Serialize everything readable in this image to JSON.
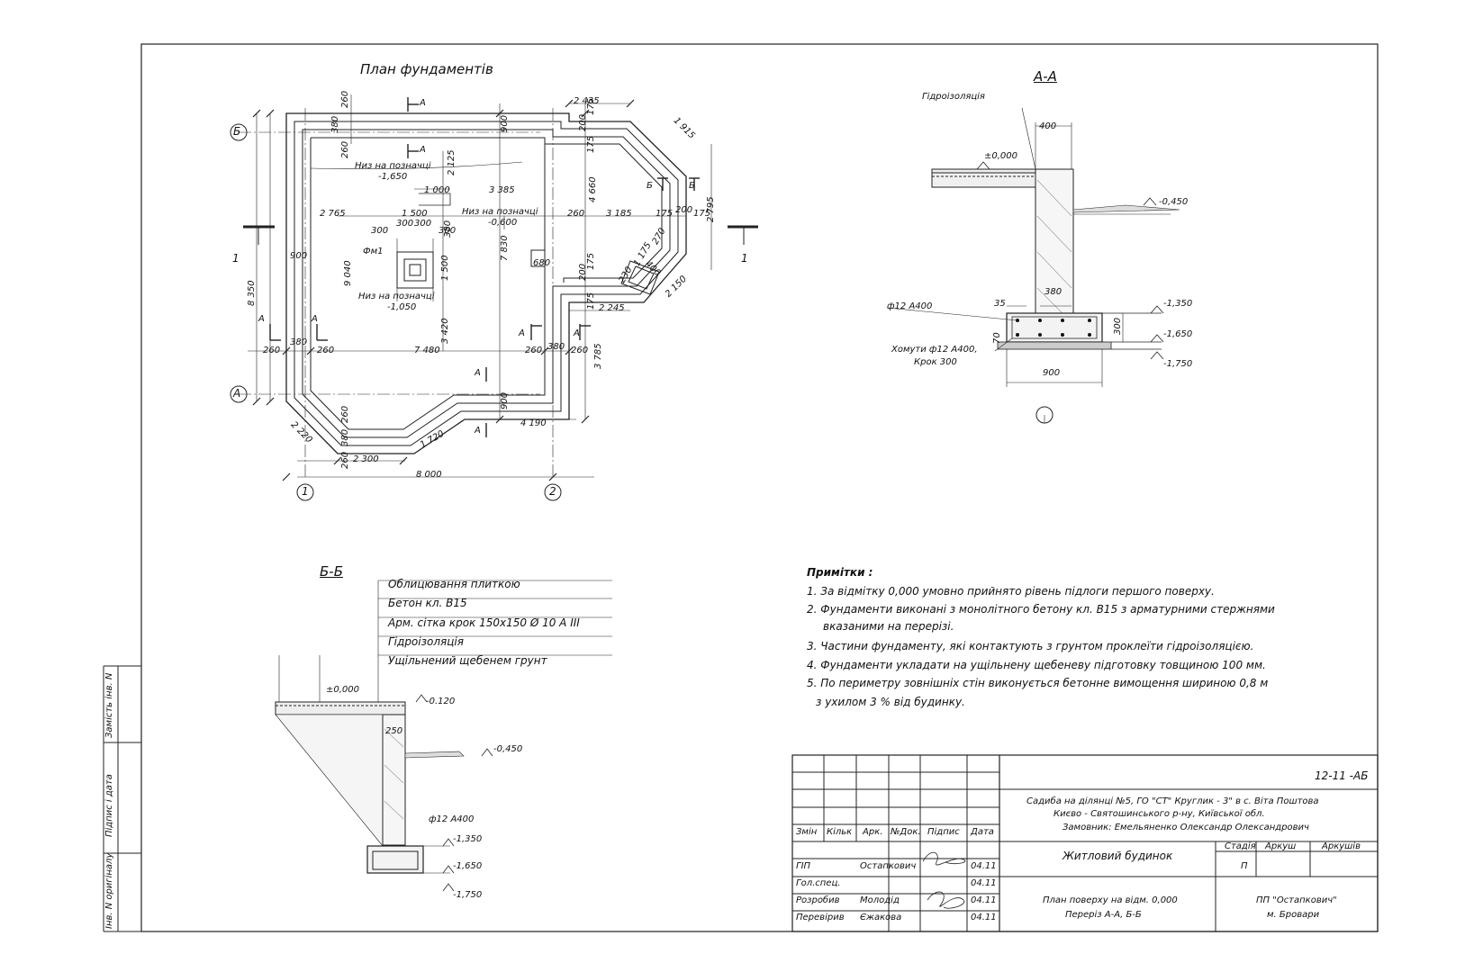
{
  "plan": {
    "title": "План фундаментів",
    "axes": {
      "b": "Б",
      "a": "А",
      "n1": "1",
      "n2": "2"
    },
    "section_mark_1": "1",
    "section_mark_a": "А",
    "section_mark_b": "Б",
    "footing_label": "Фм1",
    "notes": [
      {
        "text": "Низ на позначці",
        "value": "-1,650"
      },
      {
        "text": "Низ на позначці",
        "value": "-0,600"
      },
      {
        "text": "Низ на позначці",
        "value": "-1,050"
      }
    ],
    "dims": {
      "d260a": "260",
      "d380a": "380",
      "d900a": "900",
      "d2125": "2 125",
      "d2435": "2 435",
      "d175a": "175",
      "d200a": "200",
      "d175b": "175",
      "d1915": "1 915",
      "d4660": "4 660",
      "d3185": "3 185",
      "d2795": "2 795",
      "d1000": "1 000",
      "d3385": "3 385",
      "d2765": "2 765",
      "d1500a": "1 500",
      "d300a": "300",
      "d300b": "300",
      "d300c": "300",
      "d380b": "380",
      "d1500b": "1 500",
      "d7830": "7 830",
      "d9040": "9 040",
      "d8350": "8 350",
      "d900b": "900",
      "d680": "680",
      "d3420": "3 420",
      "d1175": "1 175",
      "d270": "270",
      "d230": "230",
      "d400": "400",
      "d2150": "2 150",
      "d200b": "200",
      "d175c": "175",
      "d175d": "175",
      "d175e": "175",
      "d2245": "2 245",
      "d260b": "260",
      "d380c": "380",
      "d260c": "260",
      "d7480": "7 480",
      "d260d": "260",
      "d380d": "380",
      "d260e": "260",
      "d3785": "3 785",
      "d900c": "900",
      "d4190": "4 190",
      "d2220": "2 220",
      "d1720": "1 720",
      "d260f": "260",
      "d380e": "380",
      "d260g": "260",
      "d2300": "2 300",
      "d8000": "8 000",
      "d175f": "175",
      "d200c": "200"
    }
  },
  "section_aa": {
    "title": "А-А",
    "waterproofing": "Гідроізоляція",
    "level_0": "±0,000",
    "level_045": "-0,450",
    "wall_width": "400",
    "d380": "380",
    "d35": "35",
    "rebar": "ф12 А400",
    "stirrups_1": "Хомути ф12 А400,",
    "stirrups_2": "Крок 300",
    "d70": "70",
    "d300": "300",
    "level_135": "-1,350",
    "level_165": "-1,650",
    "level_175": "-1,750",
    "footing_width": "900"
  },
  "section_bb": {
    "title": "Б-Б",
    "layers": [
      "Облицювання плиткою",
      "Бетон кл. В15",
      "Арм. сітка крок 150х150 Ø 10 А ІІІ",
      "Гідроізоляція",
      "Ущільнений щебенем грунт"
    ],
    "level_0": "±0,000",
    "level_012": "-0.120",
    "d250": "250",
    "level_045": "-0,450",
    "rebar": "ф12 А400",
    "level_135": "-1,350",
    "level_165": "-1,650",
    "level_175": "-1,750"
  },
  "notes": {
    "title": "Примітки :",
    "lines": [
      "1. За відмітку 0,000 умовно прийнято рівень підлоги першого поверху.",
      "2. Фундаменти виконані з монолітного бетону кл. В15 з арматурними стержнями",
      "вказаними на перерізі.",
      "3. Частини фундаменту, які контактують з грунтом проклеїти гідроізоляцією.",
      "4. Фундаменти укладати на ущільнену щебеневу підготовку товщиною 100 мм.",
      "5. По периметру зовнішніх стін виконується бетонне вимощення шириною 0,8 м",
      "з ухилом 3 % від будинку."
    ]
  },
  "side_stamp": [
    "Замість інв. N",
    "Підпис і дата",
    "Інв. N оригіналу"
  ],
  "title_block": {
    "code": "12-11 -АБ",
    "project_1": "Садиба на ділянці №5, ГО \"СТ\" Круглик - 3\" в с. Віта Поштова",
    "project_2": "Києво - Святошинського р-ну, Київської обл.",
    "project_3": "Замовник: Емельяненко Олександр Олександрович",
    "object": "Житловий будинок",
    "sheet_title_1": "План поверху на відм. 0,000",
    "sheet_title_2": "Переріз А-А, Б-Б",
    "org_1": "ПП \"Остапкович\"",
    "org_2": "м. Бровари",
    "stage_h": "Стадія",
    "sheet_h": "Аркуш",
    "sheets_h": "Аркушів",
    "stage_v": "П",
    "header": [
      "Змін",
      "Кільк",
      "Арк.",
      "№Док.",
      "Підпис",
      "Дата"
    ],
    "rows": [
      {
        "role": "ГІП",
        "name": "Остапкович",
        "date": "04.11"
      },
      {
        "role": "Гол.спец.",
        "name": "",
        "date": "04.11"
      },
      {
        "role": "Розробив",
        "name": "Молодід",
        "date": "04.11"
      },
      {
        "role": "Перевірив",
        "name": "Єжакова",
        "date": "04.11"
      }
    ]
  }
}
